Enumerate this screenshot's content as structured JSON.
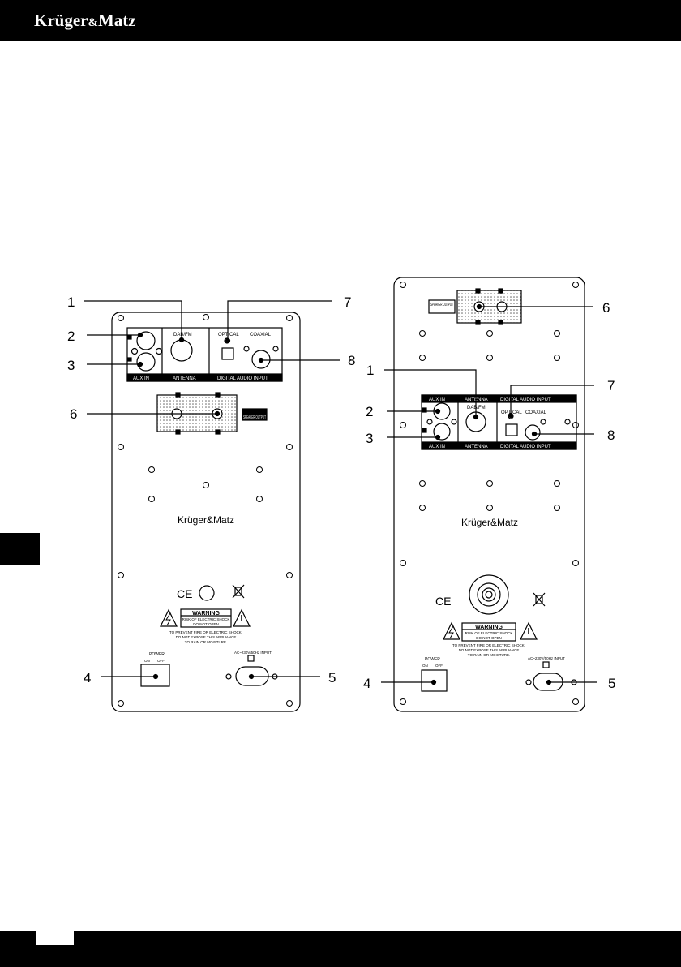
{
  "header": {
    "brand_main": "Krüger",
    "brand_amp": "&",
    "brand_tail": "Matz",
    "background": "#000000"
  },
  "left_panel": {
    "callouts": [
      "1",
      "2",
      "3",
      "4",
      "5",
      "6",
      "7",
      "8"
    ],
    "labels": {
      "dab_fm": "DAB/FM",
      "optical": "OPTICAL",
      "coaxial": "COAXIAL",
      "aux_in": "AUX IN",
      "antenna": "ANTENNA",
      "digital_audio_input": "DIGITAL AUDIO INPUT",
      "speaker_output": "SPEAKER OUTPUT",
      "brand": "Krüger&Matz",
      "ce": "CE",
      "warning": "WARNING",
      "warning_line1": "RISK OF ELECTRIC SHOCK",
      "warning_line2": "DO NOT OPEN",
      "caution_line1": "TO PREVENT FIRE OR ELECTRIC SHOCK,",
      "caution_line2": "DO NOT EXPOSE THIS APPLIANCE",
      "caution_line3": "TO RAIN OR MOISTURE.",
      "power": "POWER",
      "on": "ON",
      "off": "OFF",
      "ac_input": "AC~230V/50Hz INPUT"
    }
  },
  "right_panel": {
    "callouts": [
      "1",
      "2",
      "3",
      "4",
      "5",
      "6",
      "7",
      "8"
    ],
    "labels": {
      "speaker_output": "SPEAKER OUTPUT",
      "aux_in_top": "AUX IN",
      "antenna_top": "ANTENNA",
      "digital_audio_input_top": "DIGITAL AUDIO INPUT",
      "dab_fm": "DAB/FM",
      "optical": "OPTICAL",
      "coaxial": "COAXIAL",
      "aux_in_bottom": "AUX IN",
      "antenna_bottom": "ANTENNA",
      "digital_audio_input_bottom": "DIGITAL AUDIO INPUT",
      "brand": "Krüger&Matz",
      "ce": "CE",
      "warning": "WARNING",
      "warning_line1": "RISK OF ELECTRIC SHOCK",
      "warning_line2": "DO NOT OPEN",
      "caution_line1": "TO PREVENT FIRE OR ELECTRIC SHOCK,",
      "caution_line2": "DO NOT EXPOSE THIS APPLIANCE",
      "caution_line3": "TO RAIN OR MOISTURE.",
      "power": "POWER",
      "on": "ON",
      "off": "OFF",
      "ac_input": "AC~230V/50Hz INPUT"
    }
  }
}
